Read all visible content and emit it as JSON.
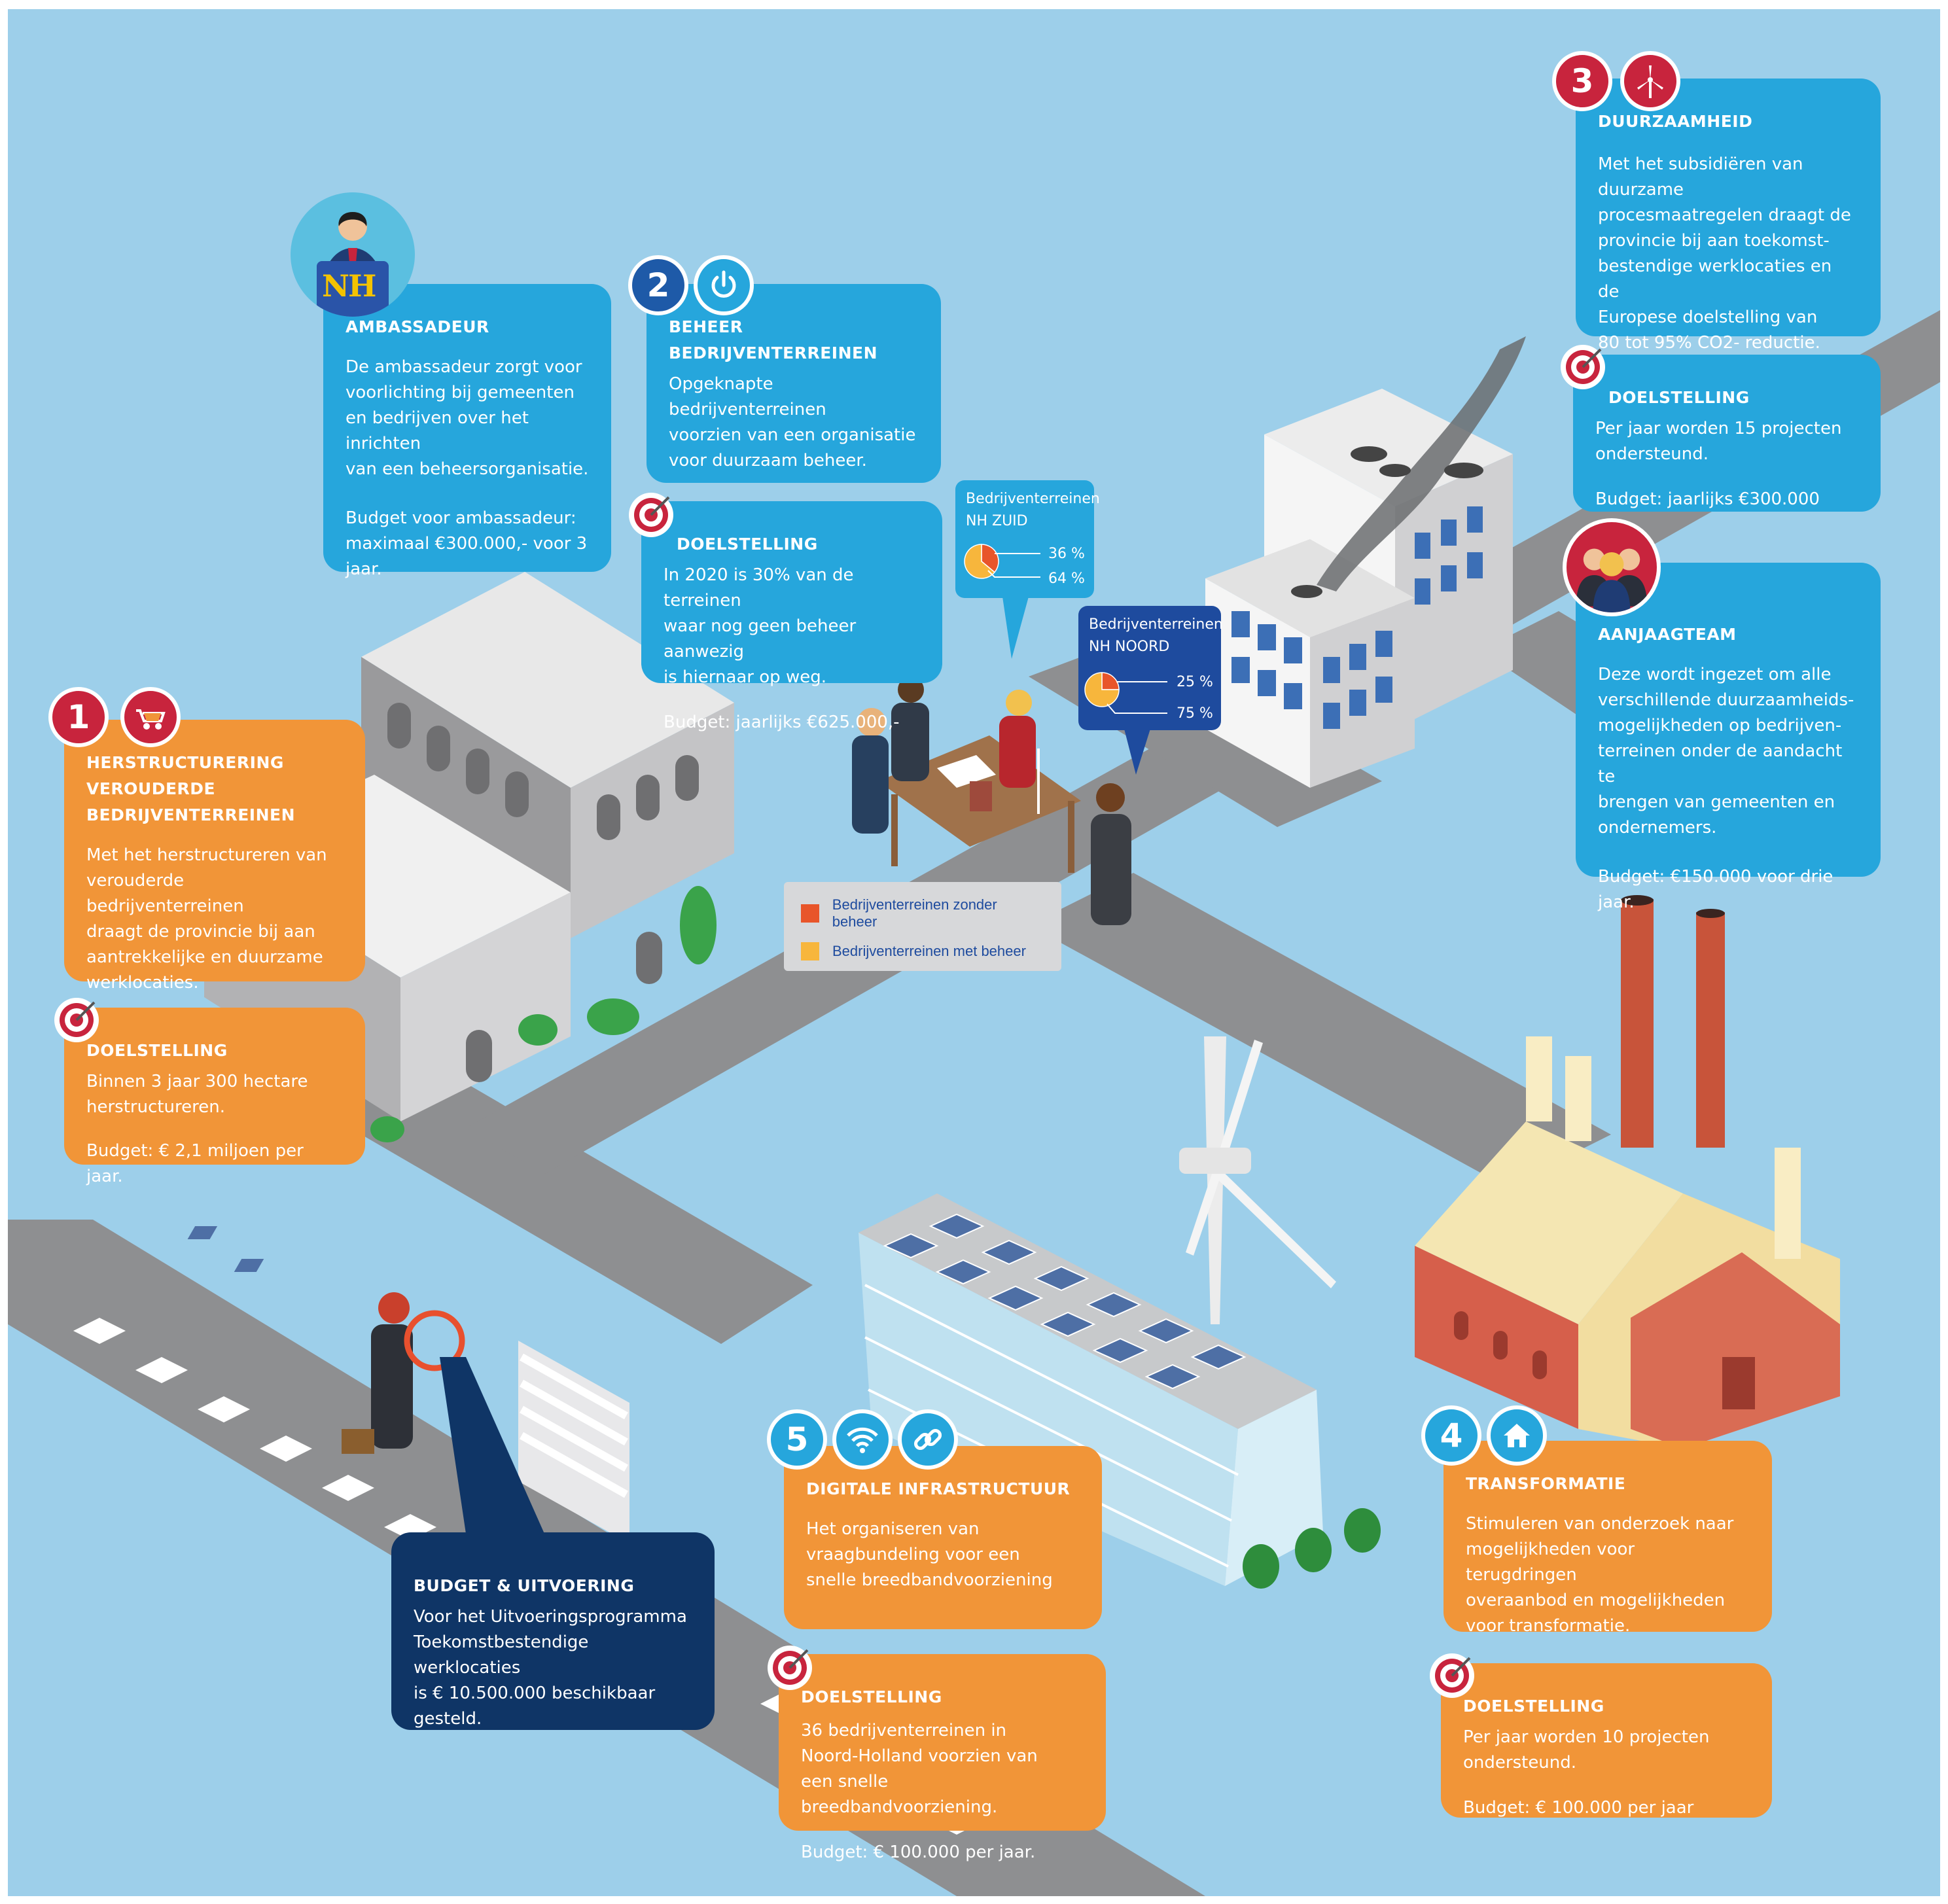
{
  "colors": {
    "background": "#9dcfea",
    "blue_card": "#26a6dc",
    "orange_card": "#f19538",
    "navy_card": "#0f3566",
    "badge_red": "#c8243d",
    "badge_dark_blue": "#1e5aa8",
    "without_management": "#e8552a",
    "with_management": "#f7b63c"
  },
  "ambassador": {
    "title": "AMBASSADEUR",
    "body": "De ambassadeur zorgt voor\nvoorlichting bij gemeenten\nen bedrijven over het inrichten\nvan een beheersorganisatie.",
    "budget": "Budget voor ambassadeur:\nmaximaal €300.000,- voor 3 jaar.",
    "logo_text": "NH",
    "icon": "ambassador-portrait-icon"
  },
  "sections": {
    "herstructurering": {
      "number": "1",
      "icon": "wheelbarrow-icon",
      "title": "HERSTRUCTURERING\nVEROUDERDE\nBEDRIJVENTERREINEN",
      "body": "Met het herstructureren van\nverouderde bedrijventerreinen\ndraagt de provincie bij aan\naantrekkelijke en duurzame\nwerklocaties.",
      "goal_title": "DOELSTELLING",
      "goal_body": "Binnen 3 jaar 300 hectare\nherstructureren.",
      "goal_budget": "Budget: € 2,1 miljoen per jaar."
    },
    "beheer": {
      "number": "2",
      "icon": "power-icon",
      "title": "BEHEER\nBEDRIJVENTERREINEN",
      "body": "Opgeknapte bedrijventerreinen\nvoorzien van een organisatie\nvoor duurzaam beheer.",
      "goal_title": "DOELSTELLING",
      "goal_body": "In 2020 is 30% van de terreinen\nwaar nog geen beheer aanwezig\nis hiernaar op weg.",
      "goal_budget": "Budget:  jaarlijks €625.000,-"
    },
    "duurzaamheid": {
      "number": "3",
      "icon": "wind-turbine-icon",
      "title": "DUURZAAMHEID",
      "body": "Met het subsidiëren van duurzame\nprocesmaatregelen draagt de\nprovincie bij aan toekomst-\nbestendige werklocaties en de\n Europese doelstelling van\n80 tot 95% CO2- reductie.",
      "goal_title": "DOELSTELLING",
      "goal_body": "Per jaar worden 15 projecten\nondersteund.",
      "goal_budget": "Budget: jaarlijks  €300.000"
    },
    "aanjaagteam": {
      "icon": "team-icon",
      "title": "AANJAAGTEAM",
      "body": "Deze wordt ingezet om alle\nverschillende duurzaamheids-\nmogelijkheden op bedrijven-\nterreinen onder de aandacht te\nbrengen van gemeenten en\nondernemers.",
      "budget": "Budget:  €150.000 voor  drie jaar."
    },
    "transformatie": {
      "number": "4",
      "icon": "house-icon",
      "title": "TRANSFORMATIE",
      "body": "Stimuleren van onderzoek naar\nmogelijkheden voor terugdringen\noveraanbod en mogelijkheden\nvoor transformatie.",
      "goal_title": "DOELSTELLING",
      "goal_body": "Per jaar worden 10 projecten\nondersteund.",
      "goal_budget": "Budget: € 100.000 per jaar"
    },
    "digitaal": {
      "number": "5",
      "icons": [
        "wifi-icon",
        "link-icon"
      ],
      "title": "DIGITALE INFRASTRUCTUUR",
      "body": "Het organiseren van\n vraagbundeling voor  een\nsnelle breedbandvoorziening",
      "goal_title": "DOELSTELLING",
      "goal_body": "36 bedrijventerreinen in\n Noord-Holland voorzien van\neen snelle breedbandvoorziening.",
      "goal_budget": "Budget: € 100.000 per jaar."
    },
    "budget": {
      "title": "BUDGET & UITVOERING",
      "body": "Voor het Uitvoeringsprogramma\nToekomstbestendige werklocaties\nis € 10.500.000 beschikbaar\ngesteld."
    }
  },
  "chart_data": [
    {
      "type": "pie",
      "title": "Bedrijventerreinen\nNH ZUID",
      "categories": [
        "Bedrijventerreinen zonder beheer",
        "Bedrijventerreinen met beheer"
      ],
      "values": [
        36,
        64
      ],
      "labels": [
        "36 %",
        "64 %"
      ]
    },
    {
      "type": "pie",
      "title": "Bedrijventerreinen\nNH NOORD",
      "categories": [
        "Bedrijventerreinen zonder beheer",
        "Bedrijventerreinen met beheer"
      ],
      "values": [
        25,
        75
      ],
      "labels": [
        "25 %",
        "75 %"
      ]
    }
  ],
  "legend": [
    {
      "label": "Bedrijventerreinen zonder beheer",
      "color": "#e8552a"
    },
    {
      "label": "Bedrijventerreinen met beheer",
      "color": "#f7b63c"
    }
  ]
}
